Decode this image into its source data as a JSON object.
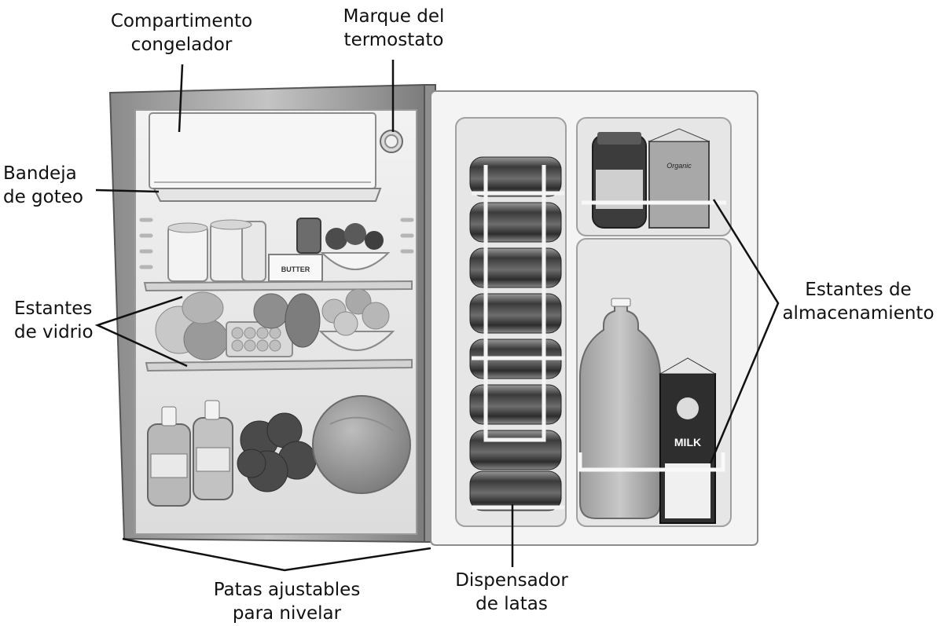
{
  "labels": {
    "freezer": {
      "line1": "Compartimento",
      "line2": "congelador"
    },
    "thermostat": {
      "line1": "Marque del",
      "line2": "termostato"
    },
    "drip_tray": {
      "line1": "Bandeja",
      "line2": "de goteo"
    },
    "glass_shelves": {
      "line1": "Estantes",
      "line2": "de vidrio"
    },
    "storage_shelves": {
      "line1": "Estantes de",
      "line2": "almacenamiento"
    },
    "leveling_legs": {
      "line1": "Patas ajustables",
      "line2": "para nivelar"
    },
    "can_dispenser": {
      "line1": "Dispensador",
      "line2": "de latas"
    }
  },
  "product_text": {
    "butter": "BUTTER",
    "milk": "MILK",
    "juice_carton": "Organic"
  }
}
